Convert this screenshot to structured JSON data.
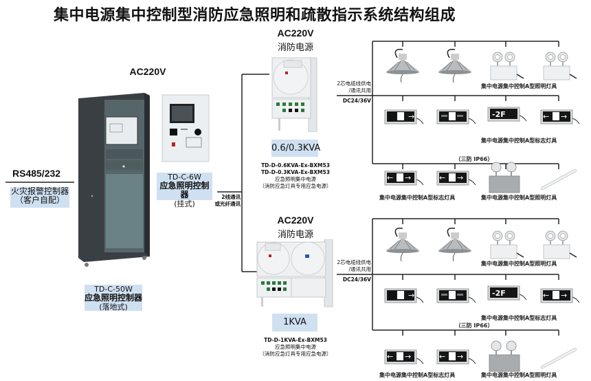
{
  "title": "集中电源集中控制型消防应急照明和疏散指示系统结构组成",
  "left": {
    "protocol": "RS485/232",
    "fire_alarm": {
      "line1": "火灾报警控制器",
      "line2": "（客户自配）"
    }
  },
  "controller": {
    "power": "AC220V",
    "floor": {
      "model": "TD-C-50W",
      "name": "应急照明控制器",
      "type": "(落地式)"
    },
    "wall": {
      "model": "TD-C-6W",
      "name": "应急照明控制器",
      "type": "(挂式)"
    },
    "comm": {
      "line1": "2线通讯",
      "line2": "或光纤通讯"
    }
  },
  "power_supplies": [
    {
      "power": "AC220V",
      "label": "消防电源",
      "capacity": "0.6/0.3KVA",
      "models": [
        "TD-D-0.6KVA-Ex-BXM53",
        "TD-D-0.3KVA-Ex-BXM53"
      ],
      "name": "应急照明集中电源",
      "note": "（消防应急灯具专用应急电源）"
    },
    {
      "power": "AC220V",
      "label": "消防电源",
      "capacity": "1KVA",
      "models": [
        "TD-D-1KVA-Ex-BXM53"
      ],
      "name": "应急照明集中电源",
      "note": "（消防应急灯具专用应急电源）"
    }
  ],
  "bus": {
    "cable": {
      "line1": "2芯电缆线供电",
      "line2": "/通讯共用"
    },
    "voltage": "DC24/36V",
    "protection": "（三防 IP66）"
  },
  "fixture_groups": [
    {
      "lighting_caption": "集中电源集中控制A型照明灯具",
      "sign_caption": "集中电源集中控制A型标志灯具",
      "bottom_sign_caption": "集中电源集中控制A型标志灯具",
      "bottom_lighting_caption": "集中电源集中控制A型照明灯具"
    },
    {
      "lighting_caption": "集中电源集中控制A型照明灯具",
      "sign_caption": "集中电源集中控制A型标志灯具",
      "bottom_sign_caption": "集中电源集中控制A型标志灯具",
      "bottom_lighting_caption": "集中电源集中控制A型照明灯具"
    }
  ],
  "sign_glyphs": {
    "exit_right": "→",
    "exit_left": "←",
    "floor": "-2F"
  }
}
